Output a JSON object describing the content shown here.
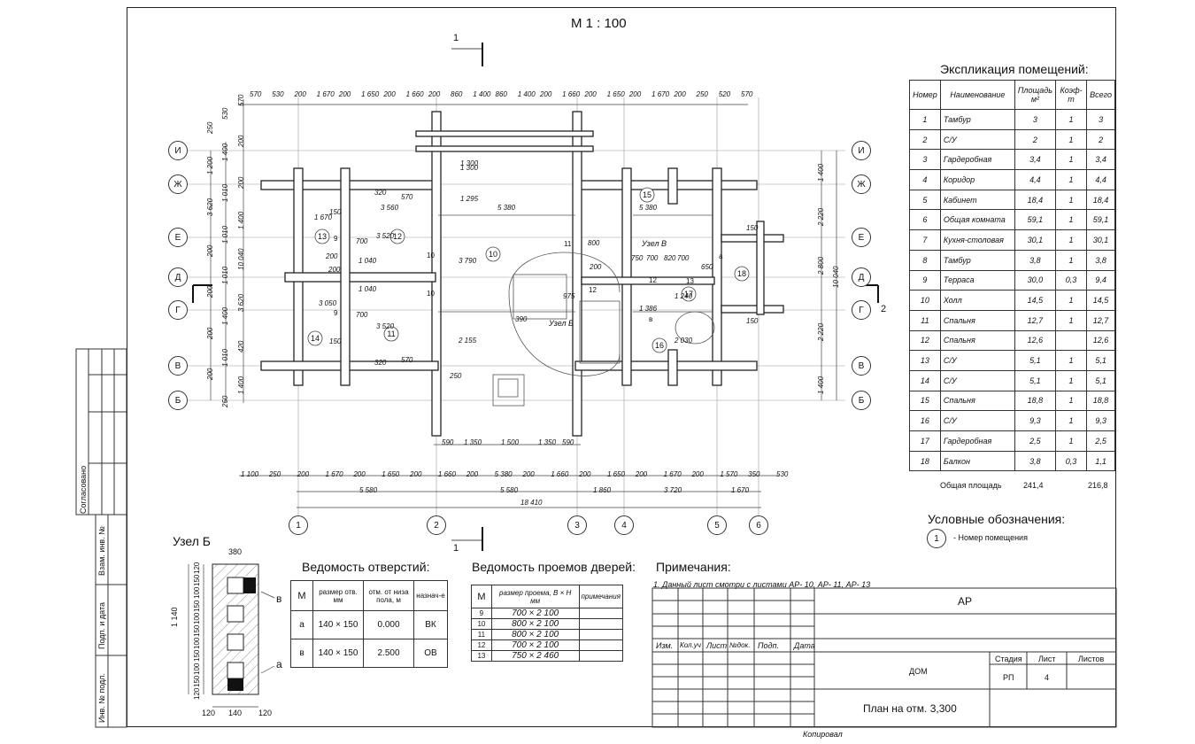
{
  "scale_label": "М 1 : 100",
  "section_marks": {
    "top": "1",
    "bottom": "1",
    "left": "2",
    "right": "2"
  },
  "axes_rows": [
    "И",
    "Ж",
    "Е",
    "Д",
    "Г",
    "В",
    "Б"
  ],
  "axes_cols": [
    "1",
    "2",
    "3",
    "4",
    "5",
    "6"
  ],
  "dims_top": [
    "570",
    "530",
    "200",
    "1 670",
    "200",
    "1 650",
    "200",
    "1 660",
    "200",
    "860",
    "1 400",
    "860",
    "1 400",
    "200",
    "1 660",
    "200",
    "1 650",
    "200",
    "1 670",
    "200",
    "250",
    "520",
    "570"
  ],
  "dims_bottom_1": [
    "1 100",
    "250",
    "200",
    "1 670",
    "200",
    "1 650",
    "200",
    "1 660",
    "200",
    "5 380",
    "200",
    "1 660",
    "200",
    "1 650",
    "200",
    "1 670",
    "200",
    "1 570",
    "350",
    "530"
  ],
  "dims_bottom_2": [
    "5 580",
    "5 580",
    "1 860",
    "3 720",
    "1 670"
  ],
  "dims_bottom_total": "18 410",
  "dims_bottom_inner": [
    "590",
    "1 350",
    "1 500",
    "1 350",
    "590"
  ],
  "dims_left": [
    "570",
    "530",
    "250",
    "200",
    "1 400",
    "1 200",
    "200",
    "1 010",
    "3 620",
    "1 400",
    "1 010",
    "200",
    "10 040",
    "1 010",
    "200",
    "3 620",
    "1 400",
    "200",
    "420",
    "1 010",
    "200",
    "1 400",
    "250"
  ],
  "dims_right": [
    "1 400",
    "2 220",
    "2 800",
    "10 040",
    "2 220",
    "1 400"
  ],
  "plan_labels": {
    "room_numbers": [
      "15",
      "12",
      "13",
      "10",
      "18",
      "17",
      "14",
      "11",
      "16"
    ],
    "node_b": "Узел В",
    "node_b2": "Узел Б",
    "inner_dims": [
      "3 560",
      "5 380",
      "5 380",
      "3 520",
      "3 520",
      "3 790",
      "2 155",
      "1 670",
      "1 040",
      "1 040",
      "3 050",
      "1 300",
      "1 295",
      "1 300",
      "750",
      "700",
      "820",
      "700",
      "650",
      "1 386",
      "1 240",
      "2 030",
      "975",
      "390",
      "800",
      "320",
      "320",
      "570",
      "570",
      "150",
      "150",
      "700",
      "700",
      "200",
      "200",
      "250",
      "200",
      "150",
      "150"
    ],
    "small_marks": [
      "9",
      "9",
      "10",
      "10",
      "11",
      "12",
      "12",
      "13",
      "а",
      "в"
    ]
  },
  "explication": {
    "title": "Экспликация помещений:",
    "headers": [
      "Номер",
      "Наименование",
      "Площадь м²",
      "Коэф-т",
      "Всего"
    ],
    "rows": [
      [
        "1",
        "Тамбур",
        "3",
        "1",
        "3"
      ],
      [
        "2",
        "С/У",
        "2",
        "1",
        "2"
      ],
      [
        "3",
        "Гардеробная",
        "3,4",
        "1",
        "3,4"
      ],
      [
        "4",
        "Коридор",
        "4,4",
        "1",
        "4,4"
      ],
      [
        "5",
        "Кабинет",
        "18,4",
        "1",
        "18,4"
      ],
      [
        "6",
        "Общая комната",
        "59,1",
        "1",
        "59,1"
      ],
      [
        "7",
        "Кухня-столовая",
        "30,1",
        "1",
        "30,1"
      ],
      [
        "8",
        "Тамбур",
        "3,8",
        "1",
        "3,8"
      ],
      [
        "9",
        "Терраса",
        "30,0",
        "0,3",
        "9,4"
      ],
      [
        "10",
        "Холл",
        "14,5",
        "1",
        "14,5"
      ],
      [
        "11",
        "Спальня",
        "12,7",
        "1",
        "12,7"
      ],
      [
        "12",
        "Спальня",
        "12,6",
        "",
        "12,6"
      ],
      [
        "13",
        "С/У",
        "5,1",
        "1",
        "5,1"
      ],
      [
        "14",
        "С/У",
        "5,1",
        "1",
        "5,1"
      ],
      [
        "15",
        "Спальня",
        "18,8",
        "1",
        "18,8"
      ],
      [
        "16",
        "С/У",
        "9,3",
        "1",
        "9,3"
      ],
      [
        "17",
        "Гардеробная",
        "2,5",
        "1",
        "2,5"
      ],
      [
        "18",
        "Балкон",
        "3,8",
        "0,3",
        "1,1"
      ]
    ],
    "total_label": "Общая площадь",
    "total_area": "241,4",
    "total_all": "216,8"
  },
  "legend": {
    "title": "Условные обозначения:",
    "symbol": "1",
    "text": "- Номер помещения"
  },
  "node_b": {
    "title": "Узел Б",
    "dim_top": "380",
    "dim_side": "1 140",
    "dim_bottom": [
      "120",
      "140",
      "120"
    ],
    "side_dims": [
      "120",
      "150",
      "100",
      "150",
      "100",
      "150",
      "100",
      "150",
      "100",
      "150",
      "120"
    ],
    "marks": [
      "в",
      "а"
    ]
  },
  "openings": {
    "title": "Ведомость отверстий:",
    "headers": [
      "М",
      "размер отв. мм",
      "отм. от низа пола, м",
      "назнач-е"
    ],
    "rows": [
      [
        "а",
        "140 × 150",
        "0.000",
        "ВК"
      ],
      [
        "в",
        "140 × 150",
        "2.500",
        "ОВ"
      ]
    ]
  },
  "doors": {
    "title": "Ведомость проемов дверей:",
    "headers": [
      "М",
      "размер проема, В × Н мм",
      "примечания"
    ],
    "rows": [
      [
        "9",
        "700 × 2 100",
        ""
      ],
      [
        "10",
        "800 × 2 100",
        ""
      ],
      [
        "11",
        "800 × 2 100",
        ""
      ],
      [
        "12",
        "700 × 2 100",
        ""
      ],
      [
        "13",
        "750 × 2 460",
        ""
      ]
    ]
  },
  "notes": {
    "title": "Примечания:",
    "text": "1. Данный лист смотри с листами АР- 10, АР- 11, АР- 13"
  },
  "stamp": {
    "code": "АР",
    "cols": [
      "Изм.",
      "Кол.уч",
      "Лист",
      "№док.",
      "Подп.",
      "Дата"
    ],
    "object": "ДОМ",
    "stage_label": "Стадия",
    "sheet_label": "Лист",
    "sheets_label": "Листов",
    "stage": "РП",
    "sheet": "4",
    "sheet_title": "План на отм. 3,300"
  },
  "side_strip": {
    "agreed": "Согласовано",
    "inv_replace": "Взам. инв. №",
    "sign_date": "Подп. и дата",
    "inv_orig": "Инв. № подл."
  },
  "copied": "Копировал"
}
